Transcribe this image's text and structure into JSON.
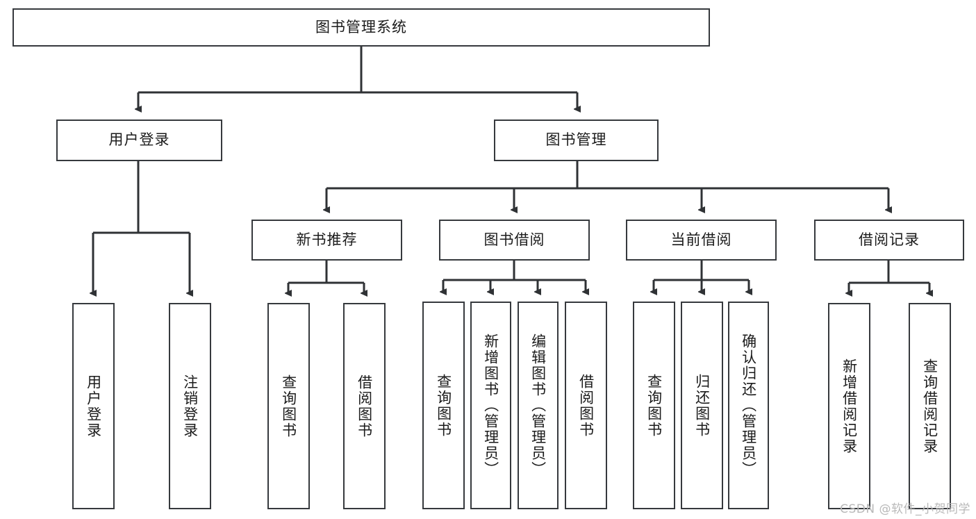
{
  "diagram": {
    "title": "图书管理系统",
    "type": "hierarchy-tree",
    "stroke_color": "#36393d",
    "fill_color": "#ffffff",
    "background_color": "#ffffff",
    "text_color": "#1b1b1b"
  },
  "watermark": {
    "text": "CSDN @软件_小贺同学",
    "color": "#b9b9b9"
  },
  "nodes": {
    "root": {
      "label": "图书管理系统",
      "level": 0,
      "orientation": "horizontal"
    },
    "user_login": {
      "label": "用户登录",
      "level": 1,
      "orientation": "horizontal"
    },
    "book_manage": {
      "label": "图书管理",
      "level": 1,
      "orientation": "horizontal"
    },
    "new_book_rec": {
      "label": "新书推荐",
      "level": 2,
      "orientation": "horizontal"
    },
    "book_borrow": {
      "label": "图书借阅",
      "level": 2,
      "orientation": "horizontal"
    },
    "current_borrow": {
      "label": "当前借阅",
      "level": 2,
      "orientation": "horizontal"
    },
    "borrow_record": {
      "label": "借阅记录",
      "level": 2,
      "orientation": "horizontal"
    },
    "leaf_user_login": {
      "label": "用户登录",
      "level": 2,
      "orientation": "vertical"
    },
    "leaf_logout": {
      "label": "注销登录",
      "level": 2,
      "orientation": "vertical"
    },
    "leaf_query_book_1": {
      "label": "查询图书",
      "level": 3,
      "orientation": "vertical"
    },
    "leaf_borrow_book_1": {
      "label": "借阅图书",
      "level": 3,
      "orientation": "vertical"
    },
    "leaf_query_book_2": {
      "label": "查询图书",
      "level": 3,
      "orientation": "vertical"
    },
    "leaf_add_book": {
      "label": "新增图书（管理员）",
      "level": 3,
      "orientation": "vertical"
    },
    "leaf_edit_book": {
      "label": "编辑图书（管理员）",
      "level": 3,
      "orientation": "vertical"
    },
    "leaf_borrow_book_2": {
      "label": "借阅图书",
      "level": 3,
      "orientation": "vertical"
    },
    "leaf_query_book_3": {
      "label": "查询图书",
      "level": 3,
      "orientation": "vertical"
    },
    "leaf_return_book": {
      "label": "归还图书",
      "level": 3,
      "orientation": "vertical"
    },
    "leaf_confirm_return": {
      "label": "确认归还（管理员）",
      "level": 3,
      "orientation": "vertical"
    },
    "leaf_add_record": {
      "label": "新增借阅记录",
      "level": 3,
      "orientation": "vertical"
    },
    "leaf_query_record": {
      "label": "查询借阅记录",
      "level": 3,
      "orientation": "vertical"
    }
  },
  "edges": [
    {
      "from": "root",
      "to": "user_login"
    },
    {
      "from": "root",
      "to": "book_manage"
    },
    {
      "from": "user_login",
      "to": "leaf_user_login"
    },
    {
      "from": "user_login",
      "to": "leaf_logout"
    },
    {
      "from": "book_manage",
      "to": "new_book_rec"
    },
    {
      "from": "book_manage",
      "to": "book_borrow"
    },
    {
      "from": "book_manage",
      "to": "current_borrow"
    },
    {
      "from": "book_manage",
      "to": "borrow_record"
    },
    {
      "from": "new_book_rec",
      "to": "leaf_query_book_1"
    },
    {
      "from": "new_book_rec",
      "to": "leaf_borrow_book_1"
    },
    {
      "from": "book_borrow",
      "to": "leaf_query_book_2"
    },
    {
      "from": "book_borrow",
      "to": "leaf_add_book"
    },
    {
      "from": "book_borrow",
      "to": "leaf_edit_book"
    },
    {
      "from": "book_borrow",
      "to": "leaf_borrow_book_2"
    },
    {
      "from": "current_borrow",
      "to": "leaf_query_book_3"
    },
    {
      "from": "current_borrow",
      "to": "leaf_return_book"
    },
    {
      "from": "current_borrow",
      "to": "leaf_confirm_return"
    },
    {
      "from": "borrow_record",
      "to": "leaf_add_record"
    },
    {
      "from": "borrow_record",
      "to": "leaf_query_record"
    }
  ]
}
